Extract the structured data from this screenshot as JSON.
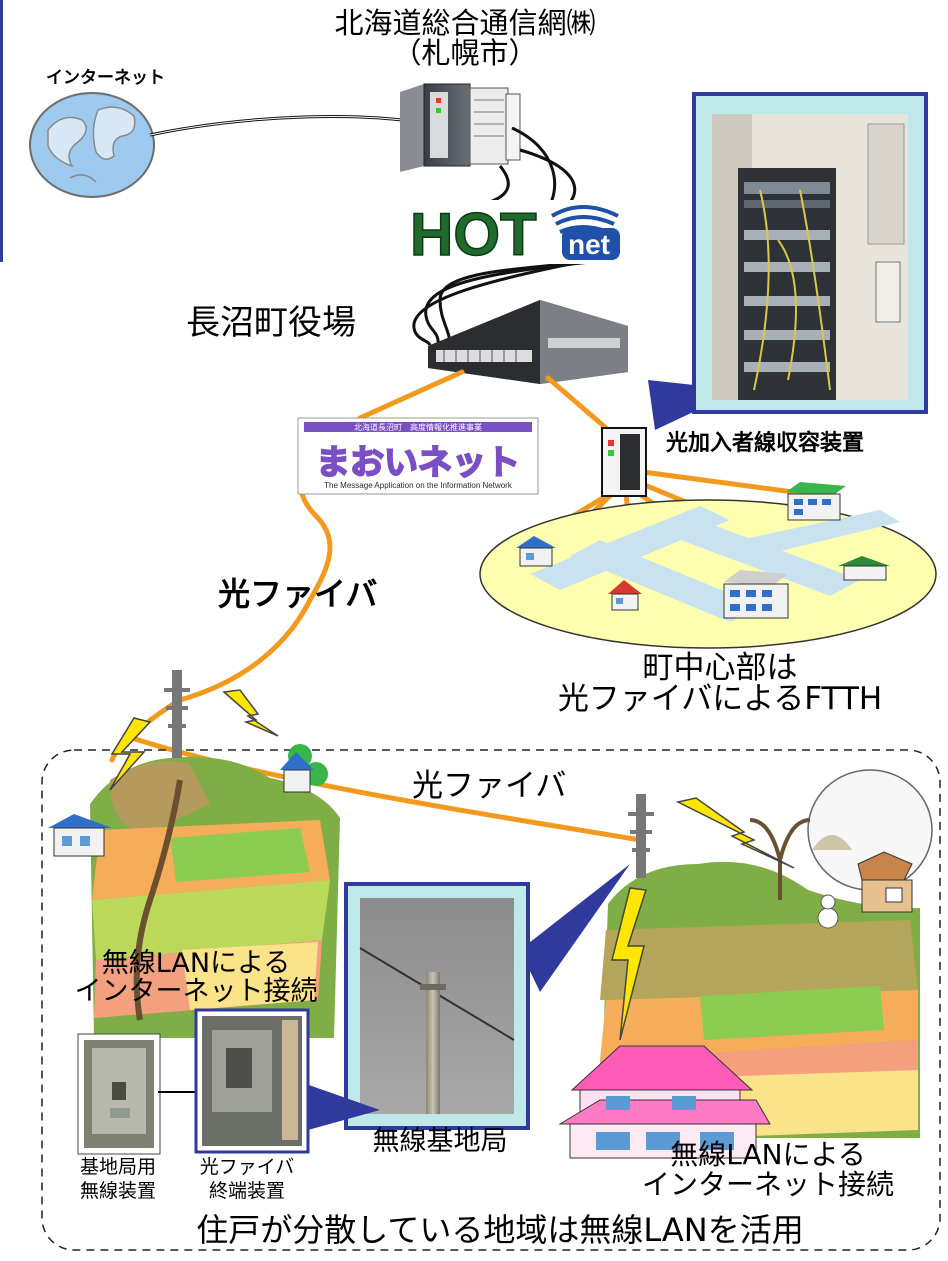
{
  "labels": {
    "hotnet_company": "北海道総合通信網㈱",
    "hotnet_city": "（札幌市）",
    "internet": "インターネット",
    "town_office": "長沼町役場",
    "olt": "光加入者線収容装置",
    "fiber_1": "光ファイバ",
    "ftth_line1": "町中心部は",
    "ftth_line2": "光ファイバによるFTTH",
    "fiber_2": "光ファイバ",
    "wlan_left_line1": "無線LANによる",
    "wlan_left_line2": "インターネット接続",
    "base_station_device_line1": "基地局用",
    "base_station_device_line2": "無線装置",
    "fiber_terminal_line1": "光ファイバ",
    "fiber_terminal_line2": "終端装置",
    "base_station": "無線基地局",
    "wlan_right_line1": "無線LANによる",
    "wlan_right_line2": "インターネット接続",
    "bottom_caption": "住戸が分散している地域は無線LANを活用"
  },
  "logos": {
    "hotnet_hot": "HOT",
    "hotnet_net": "net",
    "maoi_header": "北海道長沼町　高度情報化推進事業",
    "maoi_title": "まおいネット",
    "maoi_sub": "The Message Application on the Information Network"
  },
  "colors": {
    "fiber": "#f39a1e",
    "area_fill": "#ffffb0",
    "callout_frame": "#303a9c",
    "callout_fill": "#bfe9e9",
    "bolt": "#ffe600",
    "hotnet_green": "#1f6b2c",
    "hotnet_blue": "#2050a8",
    "maoi_purple": "#7b4fc4"
  }
}
